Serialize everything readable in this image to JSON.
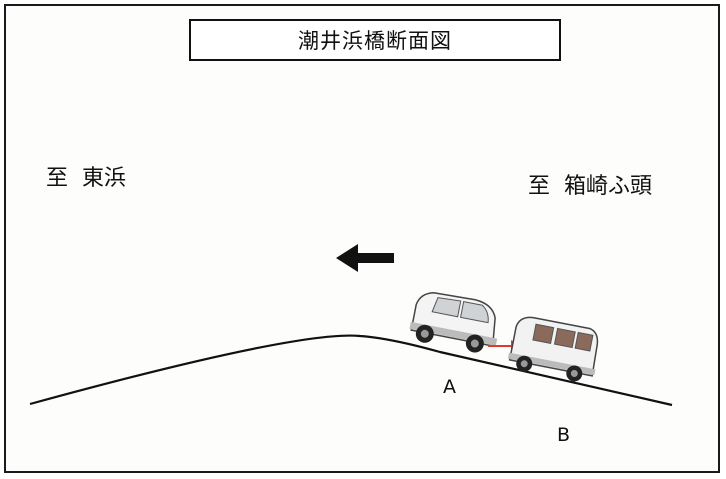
{
  "title": "潮井浜橋断面図",
  "direction_left": "至  東浜",
  "direction_right": "至  箱崎ふ頭",
  "point_a": "A",
  "point_b": "B"
}
